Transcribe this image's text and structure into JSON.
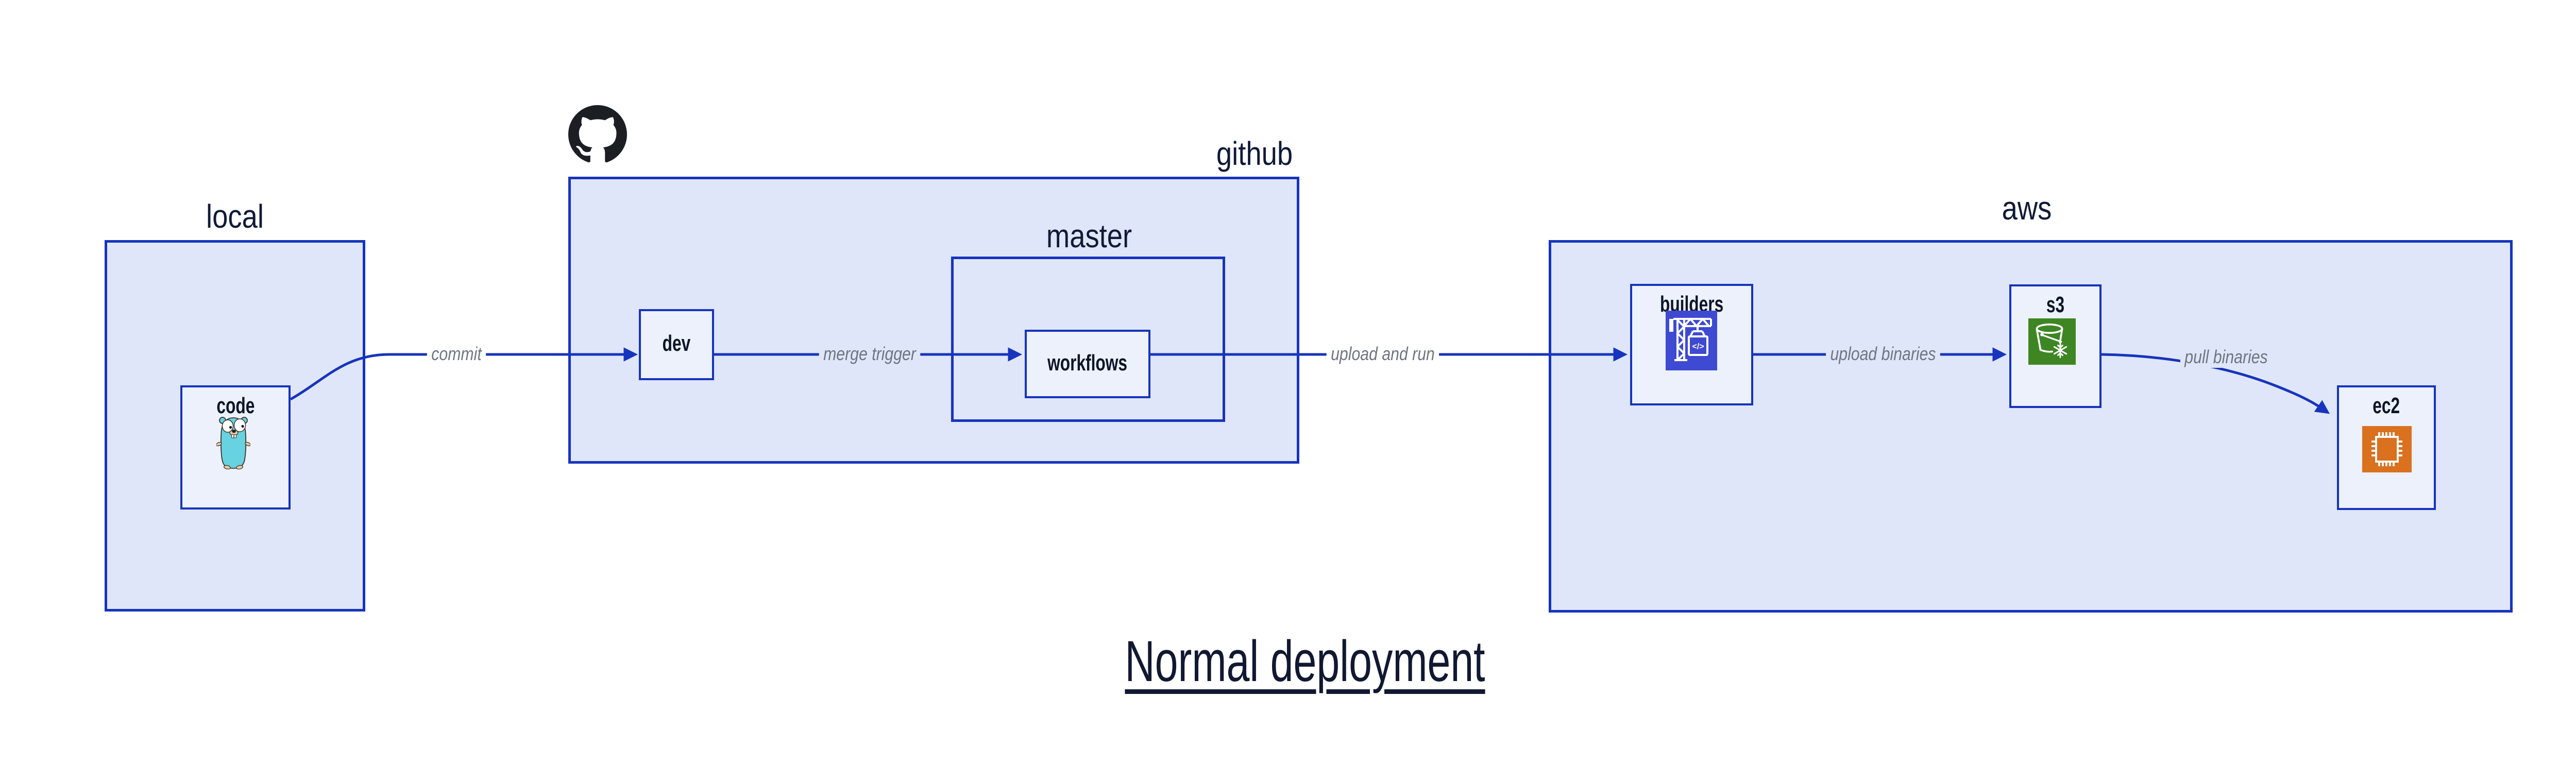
{
  "diagram": {
    "title": "Normal deployment",
    "groups": {
      "local": {
        "label": "local"
      },
      "github": {
        "label": "github"
      },
      "master": {
        "label": "master"
      },
      "aws": {
        "label": "aws"
      }
    },
    "nodes": {
      "code": {
        "label": "code",
        "icon": "go-gopher-icon"
      },
      "dev": {
        "label": "dev"
      },
      "workflows": {
        "label": "workflows"
      },
      "builders": {
        "label": "builders",
        "icon": "codebuild-crane-icon",
        "icon_text": "</>"
      },
      "s3": {
        "label": "s3",
        "icon": "s3-glacier-bucket-icon"
      },
      "ec2": {
        "label": "ec2",
        "icon": "ec2-chip-icon"
      }
    },
    "edges": {
      "commit": {
        "label": "commit"
      },
      "merge_trigger": {
        "label": "merge trigger"
      },
      "upload_and_run": {
        "label": "upload and run"
      },
      "upload_binaries": {
        "label": "upload binaries"
      },
      "pull_binaries": {
        "label": "pull binaries"
      }
    },
    "icons": {
      "github_logo": "github-octocat-icon"
    },
    "colors": {
      "box_border_blue": "#1634bd",
      "arrow_blue": "#1634bd",
      "group_fill": "#dfe6f9",
      "node_fill": "#edf1fc",
      "label_navy": "#101a38",
      "node_label_navy": "#0d1526",
      "edge_label_gray": "#6e7682",
      "title_navy": "#111831",
      "github_black": "#1b1f23",
      "gopher_teal": "#67d2e0",
      "gopher_beige": "#e9c9a1",
      "codebuild_indigo": "#3e4ad2",
      "s3_green": "#3e8624",
      "ec2_orange": "#d9711f"
    }
  }
}
